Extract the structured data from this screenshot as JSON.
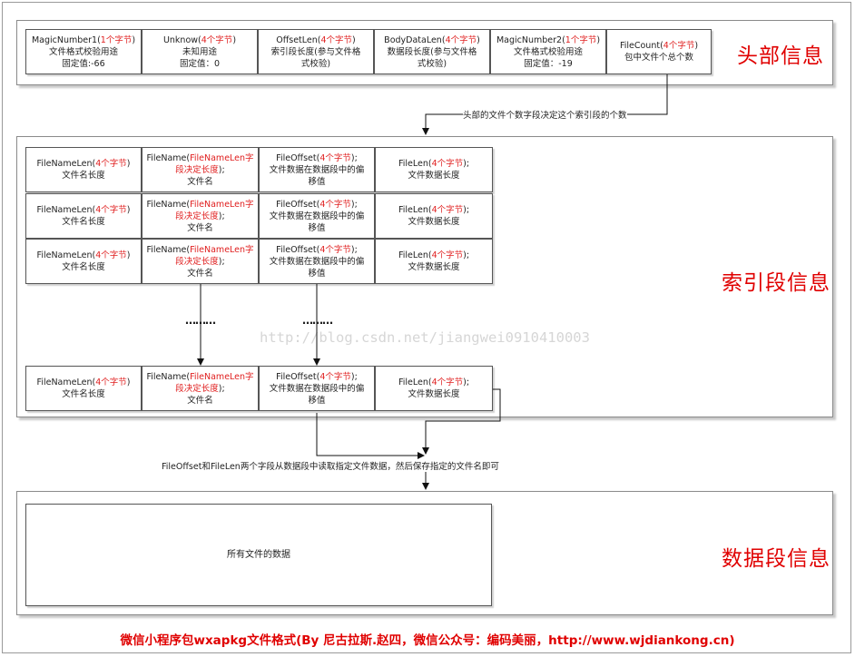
{
  "header": {
    "label": "头部信息",
    "fields": [
      {
        "name": "MagicNumber1",
        "size": "1个字节",
        "lines": [
          "文件格式校验用途",
          "固定值:-66"
        ]
      },
      {
        "name": "Unknow",
        "size": "4个字节",
        "lines": [
          "未知用途",
          "固定值：0"
        ]
      },
      {
        "name": "OffsetLen",
        "size": "4个字节",
        "lines": [
          "索引段长度(参与文件格",
          "式校验)"
        ]
      },
      {
        "name": "BodyDataLen",
        "size": "4个字节",
        "lines": [
          "数据段长度(参与文件格",
          "式校验)"
        ]
      },
      {
        "name": "MagicNumber2",
        "size": "1个字节",
        "lines": [
          "文件格式校验用途",
          "固定值：-19"
        ]
      },
      {
        "name": "FileCount",
        "size": "4个字节",
        "lines": [
          "包中文件个总个数"
        ]
      }
    ]
  },
  "arrow_note_1": "头部的文件个数字段决定这个索引段的个数",
  "index": {
    "label": "索引段信息",
    "row_cells": {
      "filenamelen": {
        "name": "FileNameLen",
        "size": "4个字节",
        "desc": "文件名长度"
      },
      "filename": {
        "name": "FileName",
        "red": "FileNameLen字段决定长度",
        "suffix": ");",
        "desc": "文件名"
      },
      "fileoffset": {
        "name": "FileOffset",
        "size": "4个字节",
        "suffix": ";",
        "desc1": "文件数据在数据段中的偏",
        "desc2": "移值"
      },
      "filelen": {
        "name": "FileLen",
        "size": "4个字节",
        "suffix": ";",
        "desc": "文件数据长度"
      }
    },
    "ellipsis": "………"
  },
  "watermark": "http://blog.csdn.net/jiangwei0910410003",
  "arrow_note_2": "FileOffset和FileLen两个字段从数据段中读取指定文件数据，然后保存指定的文件名即可",
  "data": {
    "label": "数据段信息",
    "box_text": "所有文件的数据"
  },
  "footer": "微信小程序包wxapkg文件格式(By 尼古拉斯.赵四，微信公众号：编码美丽，http://www.wjdiankong.cn)"
}
